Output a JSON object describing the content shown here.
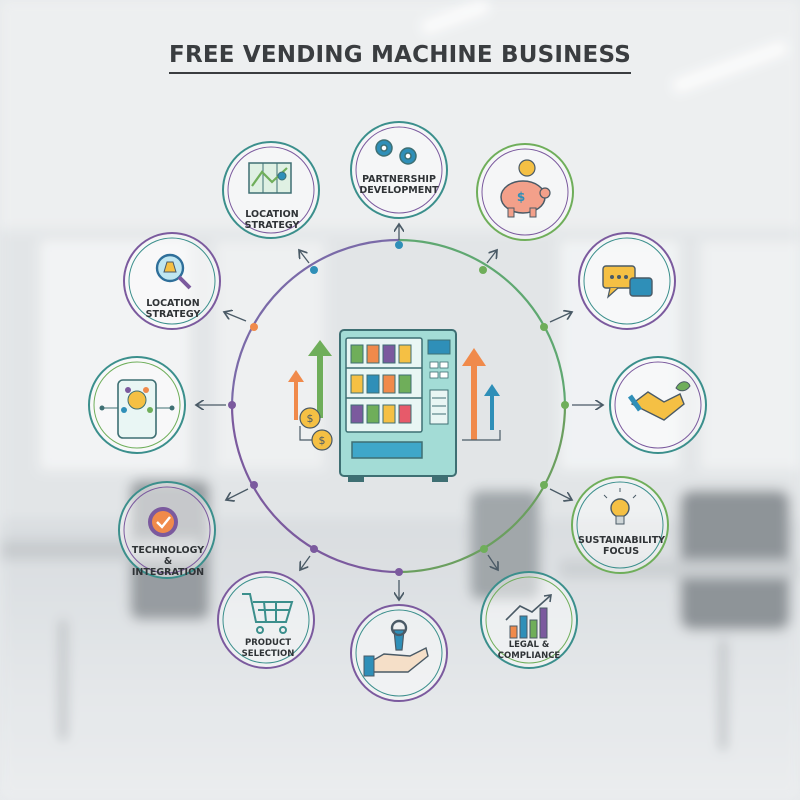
{
  "title": "FREE VENDING MACHINE BUSINESS",
  "colors": {
    "purple": "#7b5a9e",
    "teal": "#3b8f8c",
    "green": "#6fae5a",
    "blue": "#2f8fb8",
    "orange": "#f08a4b",
    "machine": "#9fd8d2",
    "machine_dark": "#4b9a95"
  },
  "hub": {
    "icon": "vending-machine-icon"
  },
  "nodes": [
    {
      "id": "partnership-development",
      "label": "PARTNERSHIP DEVELOPMENT",
      "icon": "gears-icon"
    },
    {
      "id": "financial",
      "label": "",
      "icon": "piggy-bank-icon"
    },
    {
      "id": "communication",
      "label": "",
      "icon": "chat-bubbles-icon"
    },
    {
      "id": "partnerships-handshake",
      "label": "",
      "icon": "handshake-icon"
    },
    {
      "id": "sustainability-focus",
      "label": "SUSTAINABILITY FOCUS",
      "icon": "lightbulb-icon"
    },
    {
      "id": "legal-compliance",
      "label": "LEGAL & COMPLIANCE",
      "icon": "growth-chart-icon"
    },
    {
      "id": "maintenance",
      "label": "",
      "icon": "wrench-hand-icon"
    },
    {
      "id": "product-selection",
      "label": "PRODUCT SELECTION",
      "icon": "shopping-cart-icon"
    },
    {
      "id": "technology-integration",
      "label": "TECHNOLOGY & INTEGRATION",
      "icon": "checklist-gear-icon"
    },
    {
      "id": "mobile-tech",
      "label": "",
      "icon": "mobile-network-icon"
    },
    {
      "id": "location-strategy-search",
      "label": "LOCATION STRATEGY",
      "icon": "magnifier-icon"
    },
    {
      "id": "location-strategy-map",
      "label": "LOCATION STRATEGY",
      "icon": "map-icon"
    }
  ]
}
